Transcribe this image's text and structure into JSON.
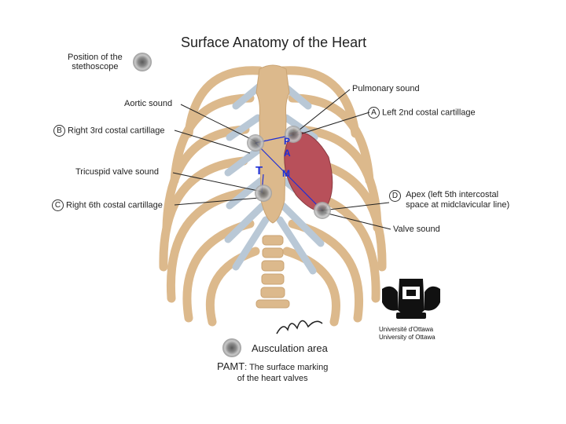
{
  "title": "Surface Anatomy of the Heart",
  "stethoscope_note": {
    "line1": "Position of the",
    "line2": "stethoscope"
  },
  "labels": {
    "pulmonary_sound": "Pulmonary sound",
    "aortic_sound": "Aortic sound",
    "left_2nd": "Left 2nd costal cartillage",
    "right_3rd": "Right 3rd costal cartillage",
    "tricuspid": "Tricuspid valve sound",
    "right_6th": "Right 6th costal cartillage",
    "apex_line1": "Apex (left 5th intercostal",
    "apex_line2": "space at midclavicular line)",
    "valve_sound": "Valve sound"
  },
  "markers": {
    "a": "A",
    "b": "B",
    "c": "C",
    "d": "D"
  },
  "valve_letters": {
    "p": "P",
    "a": "A",
    "m": "M",
    "t": "T"
  },
  "legend": {
    "auscultation": "Ausculation area",
    "pamt": "PAMT",
    "pamt_desc_line1": ": The surface marking",
    "pamt_desc_line2": "of the heart valves"
  },
  "university": {
    "fr": "Université d'Ottawa",
    "en": "University of Ottawa"
  },
  "colors": {
    "bone": "#dcb98c",
    "cartilage": "#b9c8d6",
    "heart": "#b8505a",
    "valve_marker": "#1f2fd6"
  }
}
